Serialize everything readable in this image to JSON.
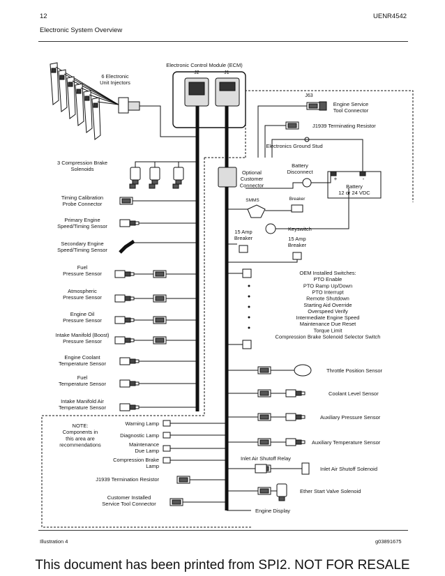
{
  "header": {
    "page_number": "12",
    "doc_id": "UENR4542",
    "section_title": "Electronic System Overview"
  },
  "diagram": {
    "ecm_title": "Electronic Control Module  (ECM)",
    "connector_j2": "J2",
    "connector_j1": "J1",
    "injectors_label": [
      "6 Electronic",
      "Unit Injectors"
    ],
    "j63_label": "J63",
    "service_tool_label": [
      "Engine Service",
      "Tool Connector"
    ],
    "j1939_resistor_label": "J1939 Terminating Resistor",
    "ground_stud_label": "Electronics Ground Stud",
    "brake_solenoids_label": [
      "3 Compression Brake",
      "Solenoids"
    ],
    "optional_connector_label": [
      "Optional",
      "Customer",
      "Connector"
    ],
    "battery_disconnect_label": [
      "Battery",
      "Disconnect"
    ],
    "battery_plus": "+",
    "battery_minus": "-",
    "battery_label": [
      "Battery",
      "12 or 24 VDC"
    ],
    "timing_probe_label": [
      "Timing Calibration",
      "Probe Connector"
    ],
    "smms_label": "SMMS",
    "breaker_label": "Breaker",
    "primary_speed_label": [
      "Primary Engine",
      "Speed/Timing Sensor"
    ],
    "breaker_15_left_label": [
      "15 Amp",
      "Breaker"
    ],
    "keyswitch_label": "Keyswitch",
    "breaker_15_right_label": [
      "15 Amp",
      "Breaker"
    ],
    "secondary_speed_label": [
      "Secondary Engine",
      "Speed/Timing Sensor"
    ],
    "fuel_pressure_label": [
      "Fuel",
      "Pressure Sensor"
    ],
    "atmo_pressure_label": [
      "Atmospheric",
      "Pressure Sensor"
    ],
    "oil_pressure_label": [
      "Engine Oil",
      "Pressure Sensor"
    ],
    "boost_pressure_label": [
      "Intake Manifold (Boost)",
      "Pressure Sensor"
    ],
    "coolant_temp_label": [
      "Engine Coolant",
      "Temperature Sensor"
    ],
    "fuel_temp_label": [
      "Fuel",
      "Temperature Sensor"
    ],
    "intake_temp_label": [
      "Intake Manifold Air",
      "Temperature Sensor"
    ],
    "oem_switches_label": [
      "OEM Installed Switches:",
      "PTO Enable",
      "PTO Ramp Up/Down",
      "PTO Interrupt",
      "Remote Shutdown",
      "Starting Aid Override",
      "Overspeed Verify",
      "Intermediate Engine Speed",
      "Maintenance Due Reset",
      "Torque Limit",
      "Compression Brake Solenoid Selector Switch"
    ],
    "throttle_label": "Throttle Position Sensor",
    "coolant_level_label": "Coolant Level Sensor",
    "aux_pressure_label": "Auxiliary Pressure Sensor",
    "aux_temp_label": "Auxiliary Temperature Sensor",
    "shutoff_relay_label": "Inlet Air Shutoff Relay",
    "shutoff_solenoid_label": "Inlet Air Shutoff Solenoid",
    "ether_label": "Ether Start Valve Solenoid",
    "engine_display_label": "Engine Display",
    "note_label": [
      "NOTE:",
      "Components in",
      "this area are",
      "recommendations"
    ],
    "warning_lamp_label": "Warning Lamp",
    "diagnostic_lamp_label": "Diagnostic Lamp",
    "maintenance_lamp_label": [
      "Maintenance",
      "Due Lamp"
    ],
    "brake_lamp_label": [
      "Compression Brake",
      "Lamp"
    ],
    "j1939_term_label": "J1939 Termination Resistor",
    "customer_tool_label": [
      "Customer Installed",
      "Service Tool Connector"
    ]
  },
  "footer": {
    "illustration": "Illustration 4",
    "graphic_id": "g03891675",
    "banner": "This document has been printed from SPI2. NOT FOR RESALE"
  }
}
